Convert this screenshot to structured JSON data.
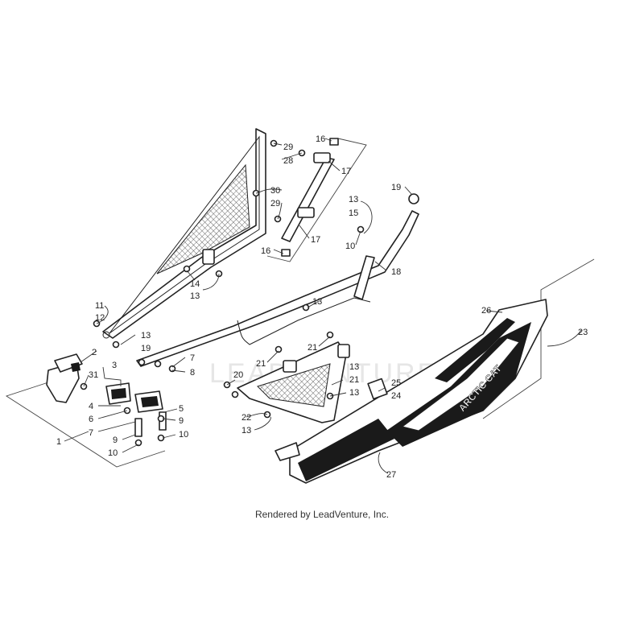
{
  "watermark": "LEADVENTURE",
  "credit": "Rendered by LeadVenture, Inc.",
  "decal_text": "ARCTIC CAT",
  "callouts": [
    {
      "id": "c-29a",
      "text": "29"
    },
    {
      "id": "c-28",
      "text": "28"
    },
    {
      "id": "c-16a",
      "text": "16"
    },
    {
      "id": "c-17a",
      "text": "17"
    },
    {
      "id": "c-30",
      "text": "30"
    },
    {
      "id": "c-29b",
      "text": "29"
    },
    {
      "id": "c-17b",
      "text": "17"
    },
    {
      "id": "c-16b",
      "text": "16"
    },
    {
      "id": "c-19a",
      "text": "19"
    },
    {
      "id": "c-13a",
      "text": "13"
    },
    {
      "id": "c-15",
      "text": "15"
    },
    {
      "id": "c-10a",
      "text": "10"
    },
    {
      "id": "c-18",
      "text": "18"
    },
    {
      "id": "c-14",
      "text": "14"
    },
    {
      "id": "c-13b",
      "text": "13"
    },
    {
      "id": "c-11",
      "text": "11"
    },
    {
      "id": "c-12",
      "text": "12"
    },
    {
      "id": "c-13c",
      "text": "13"
    },
    {
      "id": "c-19b",
      "text": "19"
    },
    {
      "id": "c-13d",
      "text": "13"
    },
    {
      "id": "c-26",
      "text": "26"
    },
    {
      "id": "c-23",
      "text": "23"
    },
    {
      "id": "c-2",
      "text": "2"
    },
    {
      "id": "c-3",
      "text": "3"
    },
    {
      "id": "c-31",
      "text": "31"
    },
    {
      "id": "c-7a",
      "text": "7"
    },
    {
      "id": "c-8",
      "text": "8"
    },
    {
      "id": "c-21a",
      "text": "21"
    },
    {
      "id": "c-21b",
      "text": "21"
    },
    {
      "id": "c-13e",
      "text": "13"
    },
    {
      "id": "c-21c",
      "text": "21"
    },
    {
      "id": "c-13f",
      "text": "13"
    },
    {
      "id": "c-25",
      "text": "25"
    },
    {
      "id": "c-24",
      "text": "24"
    },
    {
      "id": "c-20",
      "text": "20"
    },
    {
      "id": "c-4",
      "text": "4"
    },
    {
      "id": "c-6",
      "text": "6"
    },
    {
      "id": "c-7b",
      "text": "7"
    },
    {
      "id": "c-5",
      "text": "5"
    },
    {
      "id": "c-9a",
      "text": "9"
    },
    {
      "id": "c-10b",
      "text": "10"
    },
    {
      "id": "c-9b",
      "text": "9"
    },
    {
      "id": "c-10c",
      "text": "10"
    },
    {
      "id": "c-1",
      "text": "1"
    },
    {
      "id": "c-22",
      "text": "22"
    },
    {
      "id": "c-13g",
      "text": "13"
    },
    {
      "id": "c-27",
      "text": "27"
    }
  ]
}
